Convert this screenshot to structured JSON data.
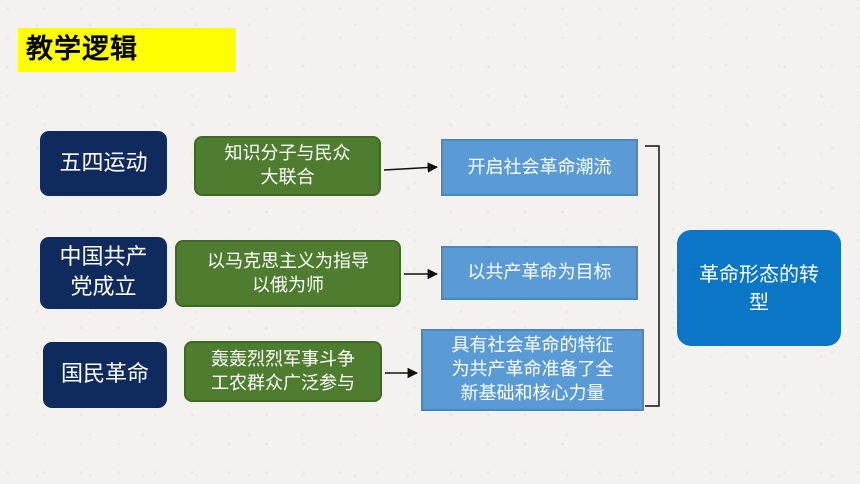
{
  "title": "教学逻辑",
  "rows": [
    {
      "event": "五四运动",
      "feature": "知识分子与民众\n大联合",
      "result": "开启社会革命潮流"
    },
    {
      "event": "中国共产\n党成立",
      "feature": "以马克思主义为指导\n以俄为师",
      "result": "以共产革命为目标"
    },
    {
      "event": "国民革命",
      "feature": "轰轰烈烈军事斗争\n工农群众广泛参与",
      "result": "具有社会革命的特征\n为共产革命准备了全\n新基础和核心力量"
    }
  ],
  "conclusion": "革命形态的转\n型",
  "colors": {
    "title_bg": "#ffff00",
    "event_bg": "#0f2a5c",
    "feature_bg": "#4f7d2f",
    "result_bg": "#5b9bd5",
    "conclusion_bg": "#0b76c6"
  }
}
